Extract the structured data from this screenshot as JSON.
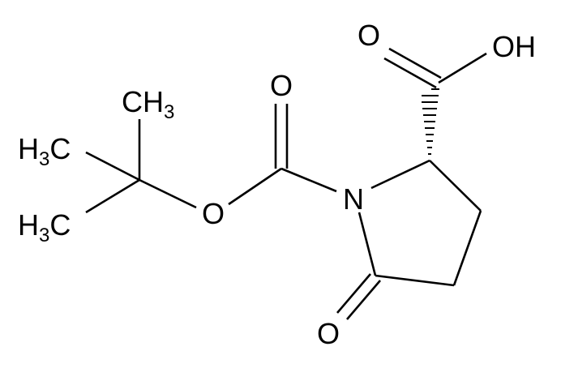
{
  "atoms": {
    "o_carbonyl_top": "O",
    "oh": "OH",
    "o_boc_carbonyl": "O",
    "ch3_top": "CH3",
    "ch3_mid": "H3C",
    "ch3_bottom": "H3C",
    "o_ester": "O",
    "n_ring": "N",
    "o_lactam": "O"
  },
  "labels": {
    "ch3_top": {
      "main": "CH",
      "sub": "3"
    },
    "ch3_mid": {
      "main1": "H",
      "sub": "3",
      "main2": "C"
    },
    "ch3_bottom": {
      "main1": "H",
      "sub": "3",
      "main2": "C"
    }
  }
}
